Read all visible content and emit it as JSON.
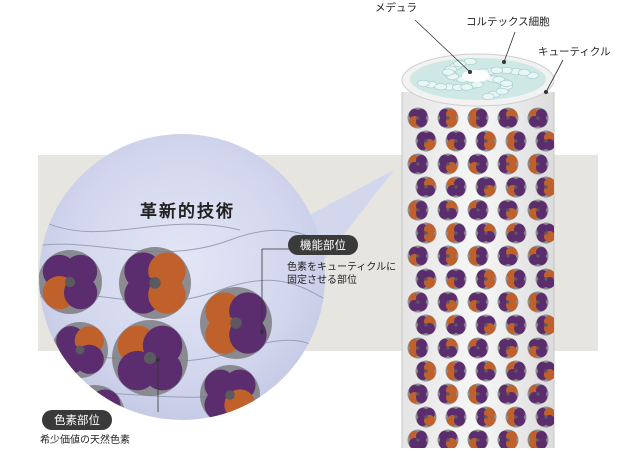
{
  "labels": {
    "medulla": "メデュラ",
    "cortex": "コルテックス細胞",
    "cuticle": "キューティクル"
  },
  "headline": "革新的技術",
  "function_part": {
    "title": "機能部位",
    "desc_line1": "色素をキューティクルに",
    "desc_line2": "固定させる部位"
  },
  "pigment_part": {
    "title": "色素部位",
    "desc": "希少価値の天然色素"
  },
  "colors": {
    "band": "#e6e5e0",
    "zoom_circle": "#d6d9ee",
    "purple": "#5b2d6e",
    "orange": "#c0602a",
    "gray_core": "#7c7c80"
  }
}
